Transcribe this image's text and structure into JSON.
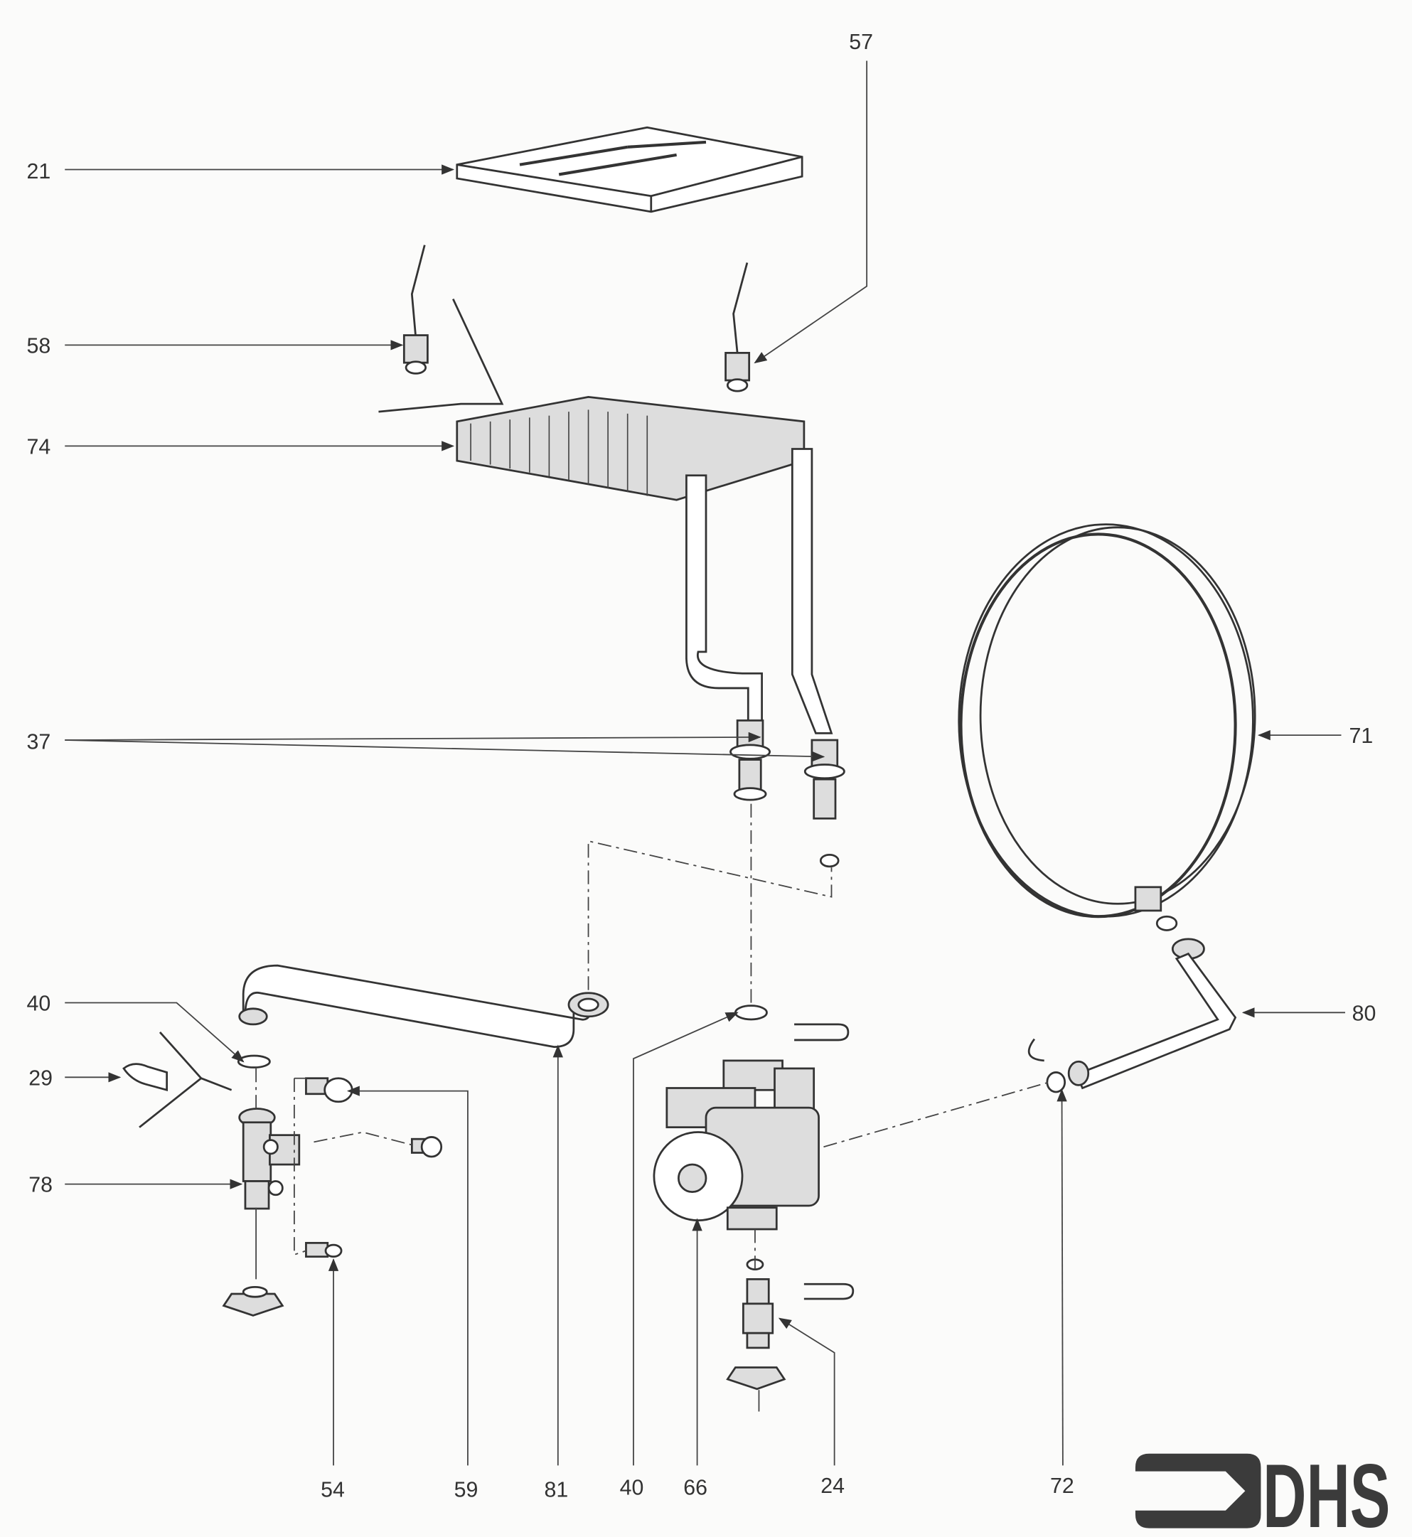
{
  "diagram": {
    "labels": {
      "l21": "21",
      "l57": "57",
      "l58": "58",
      "l74": "74",
      "l37": "37",
      "l71": "71",
      "l80": "80",
      "l40a": "40",
      "l29": "29",
      "l78": "78",
      "l54": "54",
      "l59": "59",
      "l81": "81",
      "l40b": "40",
      "l66": "66",
      "l24": "24",
      "l72": "72"
    },
    "logo": "DHS"
  }
}
